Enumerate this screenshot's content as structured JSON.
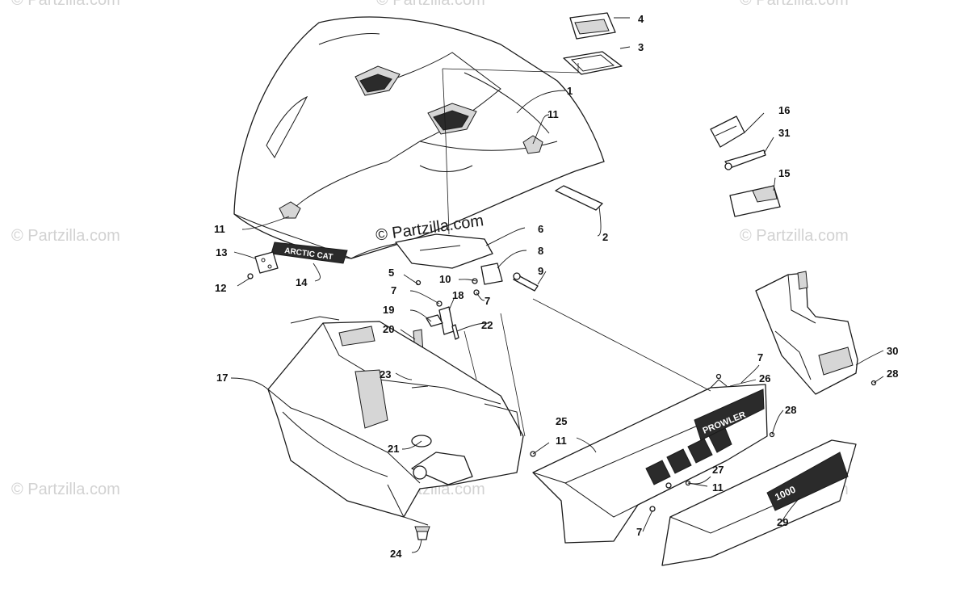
{
  "watermark_text": "© Partzilla.com",
  "watermark_center": "© Partzilla.com",
  "hood_badge_text": "ARCTIC CAT",
  "panel_badge_text": "PROWLER",
  "side_badge_text": "1000",
  "callouts": {
    "c1": "1",
    "c2": "2",
    "c3": "3",
    "c4": "4",
    "c5": "5",
    "c6": "6",
    "c7a": "7",
    "c7b": "7",
    "c7c": "7",
    "c7d": "7",
    "c8": "8",
    "c9": "9",
    "c10": "10",
    "c11a": "11",
    "c11b": "11",
    "c11c": "11",
    "c11d": "11",
    "c12": "12",
    "c13": "13",
    "c14": "14",
    "c15": "15",
    "c16": "16",
    "c17": "17",
    "c18": "18",
    "c19": "19",
    "c20": "20",
    "c21": "21",
    "c22": "22",
    "c23": "23",
    "c24": "24",
    "c25": "25",
    "c26": "26",
    "c27": "27",
    "c28a": "28",
    "c28b": "28",
    "c29": "29",
    "c30": "30",
    "c31": "31"
  }
}
